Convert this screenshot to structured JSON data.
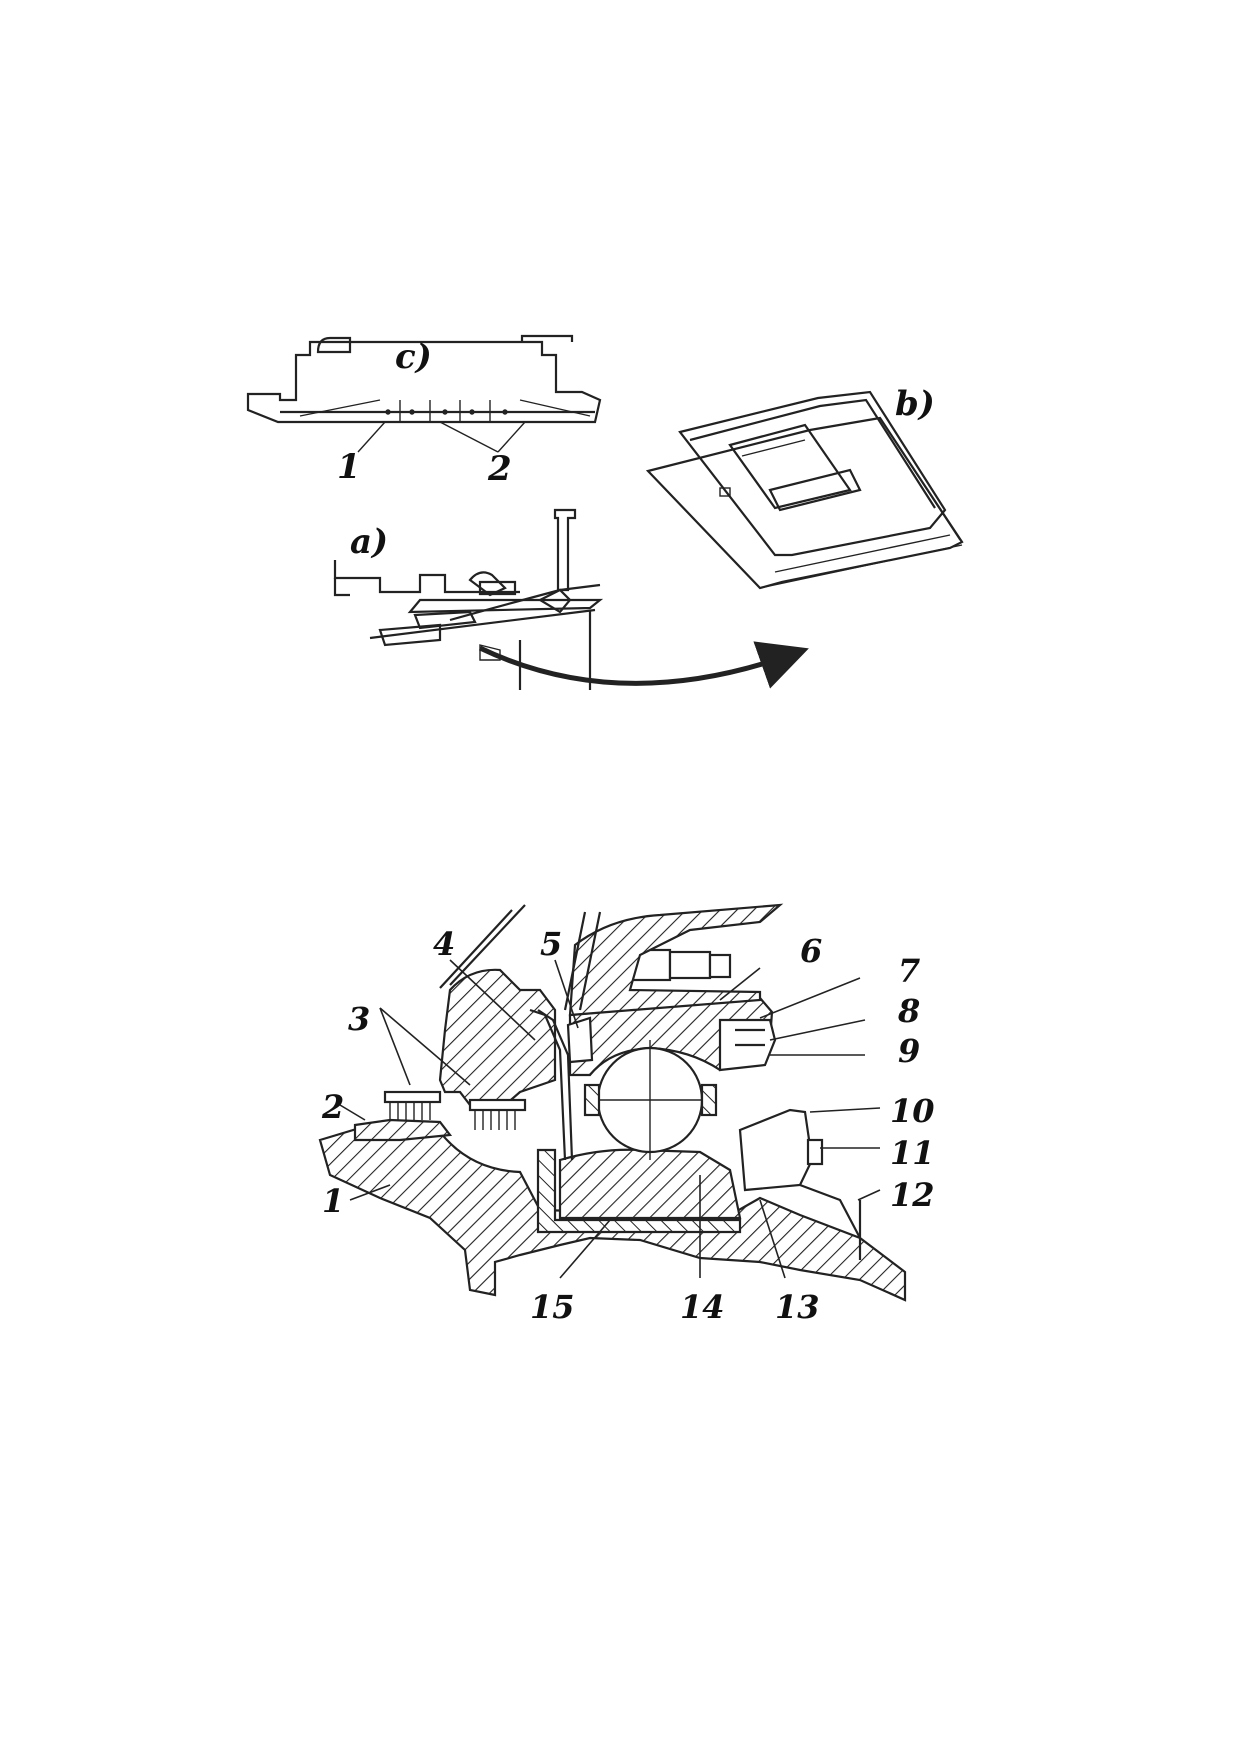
{
  "top_figure": {
    "panel_labels": {
      "a": "a)",
      "b": "b)",
      "c": "c)"
    },
    "callouts": {
      "c1": "1",
      "c2": "2"
    }
  },
  "bottom_figure": {
    "callouts": [
      "1",
      "2",
      "3",
      "4",
      "5",
      "6",
      "7",
      "8",
      "9",
      "10",
      "11",
      "12",
      "13",
      "14",
      "15"
    ]
  }
}
